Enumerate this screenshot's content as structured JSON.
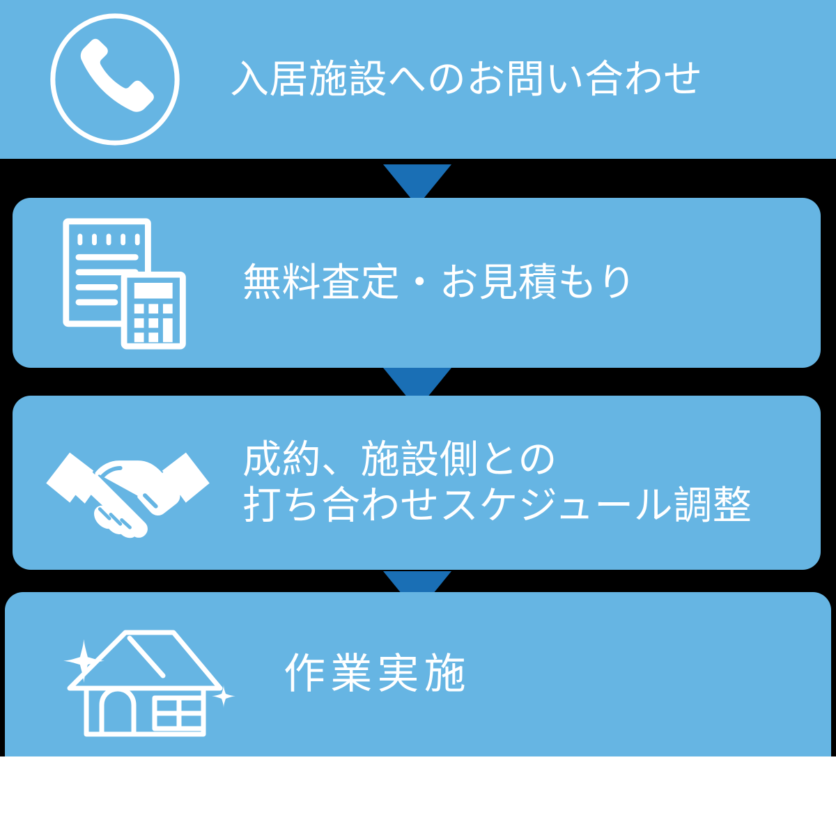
{
  "diagram": {
    "type": "vertical-flow",
    "title_present": false,
    "colors": {
      "panel_blue": "#66b5e3",
      "arrow_blue": "#1a6fb5",
      "gap_black": "#000000",
      "text_white": "#ffffff",
      "page_background": "#ffffff"
    },
    "steps": [
      {
        "index": 1,
        "label": "入居施設へのお問い合わせ",
        "icon": "phone-in-circle-icon",
        "icon_description": "白い円の中に受話器"
      },
      {
        "index": 2,
        "label": "無料査定・お見積もり",
        "icon": "document-calculator-icon",
        "icon_description": "書類と電卓"
      },
      {
        "index": 3,
        "label": "成約、施設側との\n打ち合わせスケジュール調整",
        "icon": "handshake-icon",
        "icon_description": "握手"
      },
      {
        "index": 4,
        "label": "作業実施",
        "icon": "sparkling-house-icon",
        "icon_description": "キラキラした家"
      }
    ],
    "connectors": [
      {
        "from": 1,
        "to": 2,
        "shape": "down-triangle"
      },
      {
        "from": 2,
        "to": 3,
        "shape": "down-triangle"
      },
      {
        "from": 3,
        "to": 4,
        "shape": "down-triangle"
      }
    ]
  }
}
